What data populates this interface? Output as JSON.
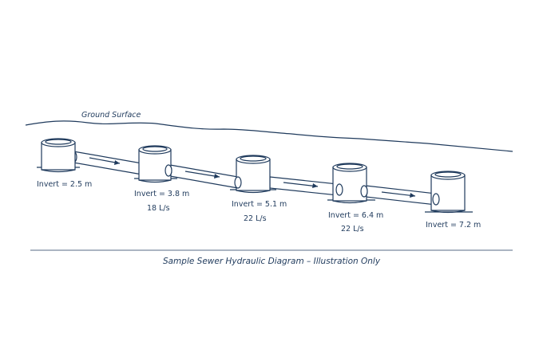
{
  "ground_label": "Ground Surface",
  "caption": "Sample Sewer Hydraulic Diagram – Illustration Only",
  "manholes": [
    {
      "invert": "Invert = 2.5 m",
      "flow": ""
    },
    {
      "invert": "Invert = 3.8 m",
      "flow": "18 L/s"
    },
    {
      "invert": "Invert = 5.1 m",
      "flow": "22 L/s"
    },
    {
      "invert": "Invert = 6.4 m",
      "flow": "22 L/s"
    },
    {
      "invert": "Invert = 7.2 m",
      "flow": ""
    }
  ],
  "colors": {
    "line": "#1f3a5c",
    "background": "#ffffff"
  }
}
